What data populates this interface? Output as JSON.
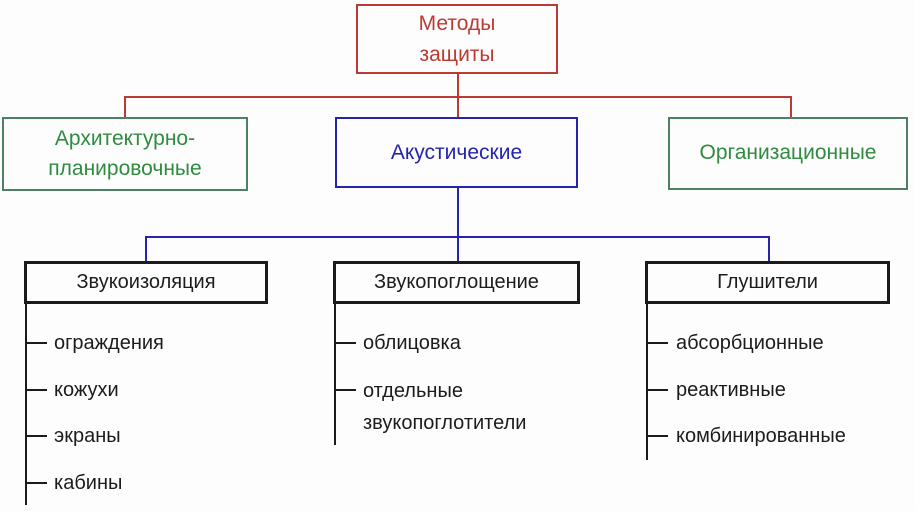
{
  "colors": {
    "red": "#bb3a33",
    "green-border": "#4e8066",
    "green-text": "#2e8b3f",
    "blue": "#2424ac",
    "black": "#1b1b1b",
    "text": "#1c1c1c",
    "bg": "#fdfdfd"
  },
  "diagram": {
    "root": {
      "line1": "Методы",
      "line2": "защиты"
    },
    "level2": {
      "architectural": {
        "line1": "Архитектурно-",
        "line2": "планировочные"
      },
      "acoustic": {
        "label": "Акустические"
      },
      "organizational": {
        "label": "Организационные"
      }
    },
    "level3": {
      "sound_insulation": {
        "title": "Звукоизоляция",
        "items": [
          "ограждения",
          "кожухи",
          "экраны",
          "кабины"
        ]
      },
      "sound_absorption": {
        "title": "Звукопоглощение",
        "items": [
          "облицовка",
          "отдельные звукопоглотители"
        ]
      },
      "mufflers": {
        "title": "Глушители",
        "items": [
          "абсорбционные",
          "реактивные",
          "комбинированные"
        ]
      }
    }
  }
}
